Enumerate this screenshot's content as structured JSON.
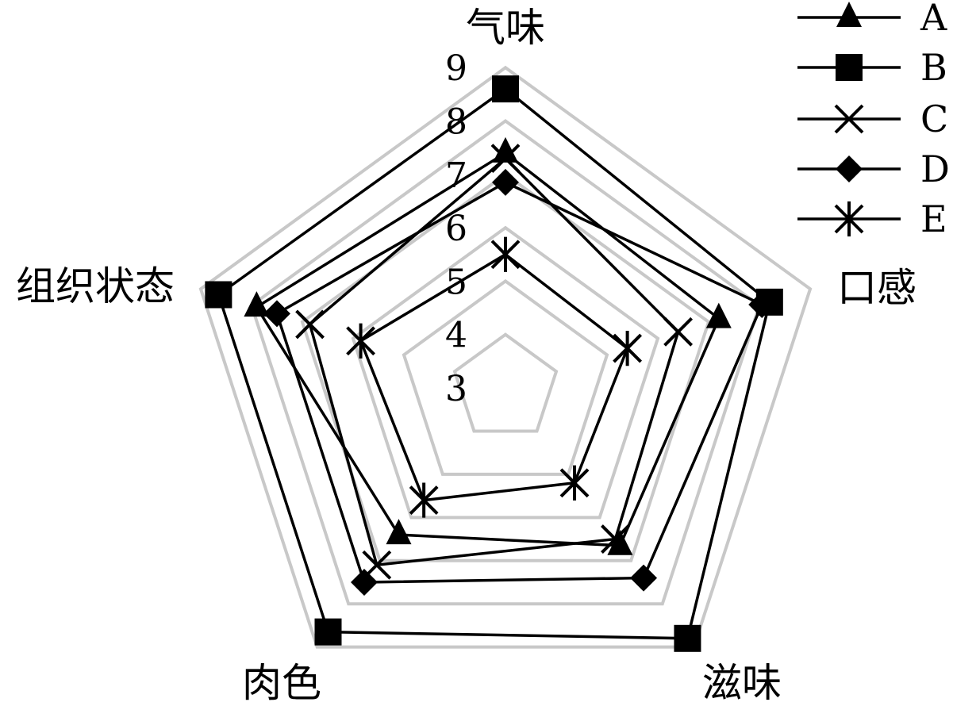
{
  "chart_data": {
    "type": "radar",
    "title": "",
    "axes": [
      "气味",
      "口感",
      "滋味",
      "肉色",
      "组织状态"
    ],
    "range": [
      3,
      9
    ],
    "ticks": [
      3,
      4,
      5,
      6,
      7,
      8,
      9
    ],
    "grid": true,
    "grid_color": "#c8c8c8",
    "legend_position": "top-right",
    "series": [
      {
        "name": "A",
        "marker": "triangle",
        "values": [
          7.4,
          7.2,
          6.65,
          6.4,
          7.9
        ]
      },
      {
        "name": "B",
        "marker": "square",
        "values": [
          8.6,
          8.2,
          8.8,
          8.65,
          8.65
        ]
      },
      {
        "name": "C",
        "marker": "x",
        "values": [
          7.3,
          6.4,
          6.5,
          7.1,
          6.85
        ]
      },
      {
        "name": "D",
        "marker": "diamond",
        "values": [
          6.85,
          8.05,
          7.4,
          7.5,
          7.5
        ]
      },
      {
        "name": "E",
        "marker": "asterisk",
        "values": [
          5.5,
          5.4,
          5.2,
          5.6,
          5.85
        ]
      }
    ]
  }
}
